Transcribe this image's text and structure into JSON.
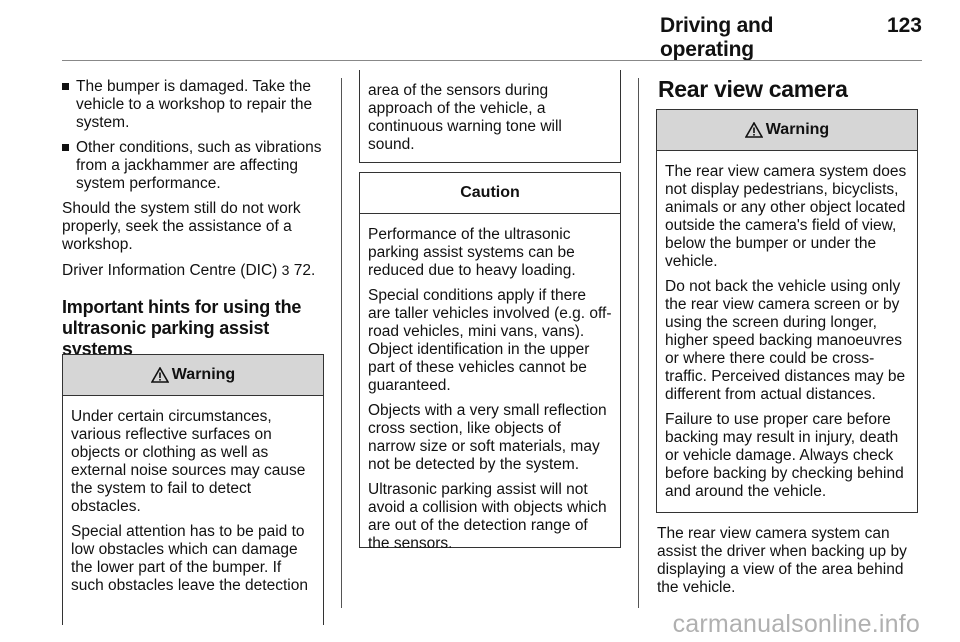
{
  "header": {
    "title": "Driving and operating",
    "page_number": "123"
  },
  "col1": {
    "bullets": [
      "The bumper is damaged. Take the vehicle to a workshop to repair the system.",
      "Other conditions, such as vibrations from a jackhammer are affecting system performance."
    ],
    "para1": "Should the system still do not work properly, seek the assistance of a workshop.",
    "xref_text": "Driver Information Centre (DIC)",
    "xref_arrow": "3",
    "xref_page": "72.",
    "subheading": "Important hints for using the ultrasonic parking assist systems",
    "warning": {
      "title": "Warning",
      "paragraphs": [
        "Under certain circumstances, various reflective surfaces on objects or clothing as well as external noise sources may cause the system to fail to detect obstacles.",
        "Special attention has to be paid to low obstacles which can damage the lower part of the bumper. If such obstacles leave the detection"
      ]
    }
  },
  "col2": {
    "continued": "area of the sensors during approach of the vehicle, a continuous warning tone will sound.",
    "caution": {
      "title": "Caution",
      "paragraphs": [
        "Performance of the ultrasonic parking assist systems can be reduced due to heavy loading.",
        "Special conditions apply if there are taller vehicles involved (e.g. off-road vehicles, mini vans, vans). Object identification in the upper part of these vehicles cannot be guaranteed.",
        "Objects with a very small reflection cross section, like objects of narrow size or soft materials, may not be detected by the system.",
        "Ultrasonic parking assist will not avoid a collision with objects which are out of the detection range of the sensors."
      ]
    }
  },
  "col3": {
    "heading": "Rear view camera",
    "warning": {
      "title": "Warning",
      "paragraphs": [
        "The rear view camera system does not display pedestrians, bicyclists, animals or any other object located outside the camera's field of view, below the bumper or under the vehicle.",
        "Do not back the vehicle using only the rear view camera screen or by using the screen during longer, higher speed backing manoeuvres or where there could be cross-traffic. Perceived distances may be different from actual distances.",
        "Failure to use proper care before backing may result in injury, death or vehicle damage. Always check before backing by checking behind and around the vehicle."
      ]
    },
    "body": "The rear view camera system can assist the driver when backing up by displaying a view of the area behind the vehicle."
  },
  "watermark": "carmanualsonline.info",
  "colors": {
    "box_header_bg": "#d6d6d6",
    "border": "#333333",
    "watermark": "#b0b0b0"
  }
}
